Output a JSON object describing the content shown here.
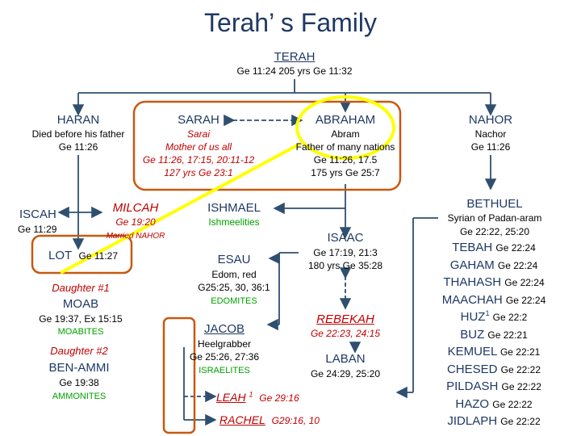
{
  "title": "Terah’ s Family",
  "terah": {
    "name": "TERAH",
    "info": "Ge 11:24   205 yrs  Ge  11:32"
  },
  "haran": {
    "name": "HARAN",
    "note": "Died before his father",
    "ref": "Ge 11:26"
  },
  "sarah": {
    "name": "SARAH",
    "alt": "Sarai",
    "desc": "Mother of us all",
    "refs": "Ge 11:26, 17:15, 20:11-12",
    "age": "127 yrs  Ge 23:1"
  },
  "abraham": {
    "name": "ABRAHAM",
    "alt": "Abram",
    "desc": "Father of many nations",
    "refs": "Ge 11:26, 17.5",
    "age": "175 yrs  Ge 25:7"
  },
  "nahor": {
    "name": "NAHOR",
    "alt": "Nachor",
    "ref": "Ge 11:26"
  },
  "iscah": {
    "name": "ISCAH",
    "ref": "Ge 11:29"
  },
  "milcah": {
    "name": "MILCAH",
    "ref": "Ge 19:20",
    "note": "Married NAHOR"
  },
  "ishmael": {
    "name": "ISHMAEL",
    "people": "Ishmeelities"
  },
  "bethuel": {
    "name": "BETHUEL",
    "desc": "Syrian of Padan-aram",
    "refs": "Ge 22:22, 25:20"
  },
  "nahor_sons": [
    {
      "name": "TEBAH",
      "ref": "Ge 22:24"
    },
    {
      "name": "GAHAM",
      "ref": "Ge 22:24"
    },
    {
      "name": "THAHASH",
      "ref": "Ge 22:24"
    },
    {
      "name": "MAACHAH",
      "ref": "Ge 22:24"
    },
    {
      "name": "HUZ",
      "sup": "1",
      "ref": "Ge 22:2"
    },
    {
      "name": "BUZ",
      "ref": "Ge 22:21"
    },
    {
      "name": "KEMUEL",
      "ref": "Ge 22:21"
    },
    {
      "name": "CHESED",
      "ref": "Ge 22:22"
    },
    {
      "name": "PILDASH",
      "ref": "Ge 22:22"
    },
    {
      "name": "HAZO",
      "ref": "Ge 22:22"
    },
    {
      "name": "JIDLAPH",
      "ref": "Ge 22:22"
    }
  ],
  "lot": {
    "name": "LOT",
    "ref": "Ge 11:27"
  },
  "daughter1": {
    "label": "Daughter #1",
    "son": "MOAB",
    "refs": "Ge 19:37, Ex 15:15",
    "people": "MOABITES"
  },
  "daughter2": {
    "label": "Daughter #2",
    "son": "BEN-AMMI",
    "refs": "Ge 19:38",
    "people": "AMMONITES"
  },
  "isaac": {
    "name": "ISAAC",
    "refs": "Ge 17:19, 21:3",
    "age": "180 yrs  Ge 35:28"
  },
  "esau": {
    "name": "ESAU",
    "desc": "Edom, red",
    "refs": "G25:25, 30, 36:1",
    "people": "EDOMITES"
  },
  "rebekah": {
    "name": "REBEKAH",
    "refs": "Ge 22:23, 24:15"
  },
  "jacob": {
    "name": "JACOB",
    "desc": "Heelgrabber",
    "refs": "Ge 25:26, 27:36",
    "people": "ISRAELITES"
  },
  "laban": {
    "name": "LABAN",
    "refs": "Ge 24:29, 25:20"
  },
  "leah": {
    "name": "LEAH",
    "sup": "1",
    "refs": "Ge 29:16"
  },
  "rachel": {
    "name": "RACHEL",
    "refs": "G29:16, 10"
  },
  "colors": {
    "navy": "#1f3864",
    "red": "#c00000",
    "green": "#00a000",
    "orange": "#c55a11",
    "highlight": "#ffff00",
    "line": "#2f4f6f"
  }
}
